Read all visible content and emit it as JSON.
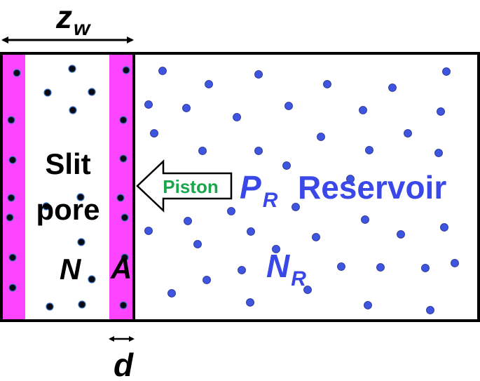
{
  "diagram": {
    "width_label": {
      "main": "z",
      "sub": "w"
    },
    "thickness_label": "d",
    "pore_label_line1": "Slit",
    "pore_label_line2": "pore",
    "pore_count_label": "N",
    "area_label": "A",
    "piston_label": "Piston",
    "pressure_label": {
      "main": "P",
      "sub": "R"
    },
    "reservoir_label": "Reservoir",
    "reservoir_count_label": {
      "main": "N",
      "sub": "R"
    }
  },
  "colors": {
    "wall": "#ff44ff",
    "pore_particle": "#0a0a14",
    "pore_particle_outline": "#3a72c0",
    "reservoir_particle": "#3e55e0",
    "reservoir_text": "#3b48e8",
    "piston_text": "#1aa64a",
    "frame": "#000000"
  },
  "icons": {
    "double_arrow": "double-headed-arrow",
    "piston": "left-pointing-block-arrow"
  }
}
